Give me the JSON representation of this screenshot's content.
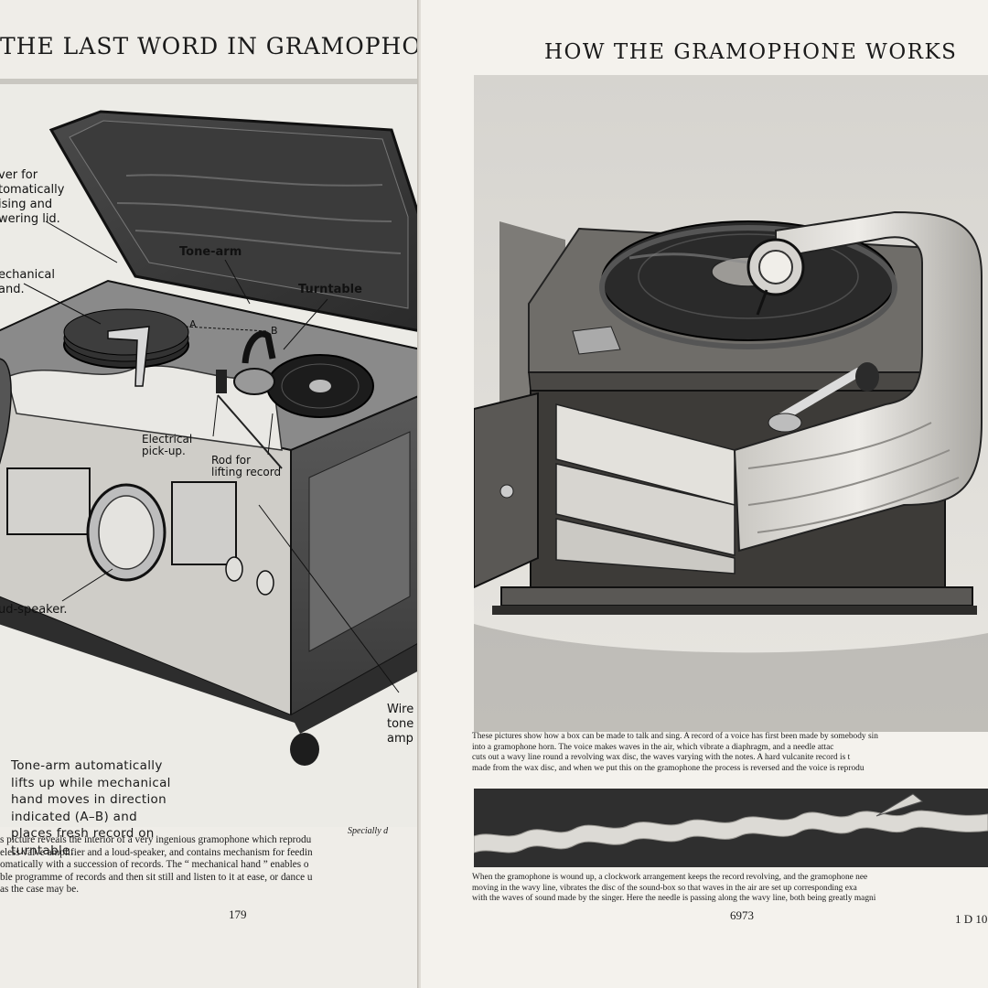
{
  "left_page": {
    "title": "THE LAST WORD IN GRAMOPHO",
    "labels": {
      "lever": "ver for\ntomatically\nising and\nwering lid.",
      "mechanical_hand": "echanical\nand.",
      "tone_arm": "Tone-arm",
      "turntable": "Turntable",
      "point_a": "A",
      "point_b": "B",
      "pickup": "Electrical\npick-up.",
      "rod": "Rod for\nlifting record",
      "loudspeaker": "ud-speaker.",
      "wires": "Wire\ntone\namp"
    },
    "caption_box": "Tone-arm automatically\nlifts up while mechanical\nhand moves in direction\nindicated (A–B) and\nplaces fresh record on\nturntable.",
    "credit": "Specially d",
    "caption": "s picture reveals the interior of a very ingenious gramophone which reprodu\neless valve amplifier and a loud-speaker, and contains mechanism for feedin\nomatically with a succession of records.  The “ mechanical hand ” enables o\nble programme of records and then sit still and listen to it at ease, or dance u\nas the case may be.",
    "page_number": "179"
  },
  "right_page": {
    "title": "HOW THE GRAMOPHONE WORKS",
    "caption": "These pictures show how a box can be made to talk and sing.  A record of a voice has first been made by somebody sin\ninto a gramophone horn.  The voice makes waves in the air, which vibrate a diaphragm, and a needle attac\ncuts out a wavy line round a revolving wax disc, the waves varying with the notes.  A hard vulcanite record is t\nmade from the wax disc, and when we put this on the gramophone the process is reversed and the voice is reprodu",
    "caption2": "When the gramophone is wound up, a clockwork arrangement keeps the record revolving, and the gramophone nee\nmoving in the wavy line, vibrates the disc of the sound-box so that waves in the air are set up corresponding exa\nwith the waves of sound made by the singer.  Here the needle is passing along the wavy line, both being greatly magni",
    "page_number": "6973",
    "signature": "1 D 10"
  }
}
